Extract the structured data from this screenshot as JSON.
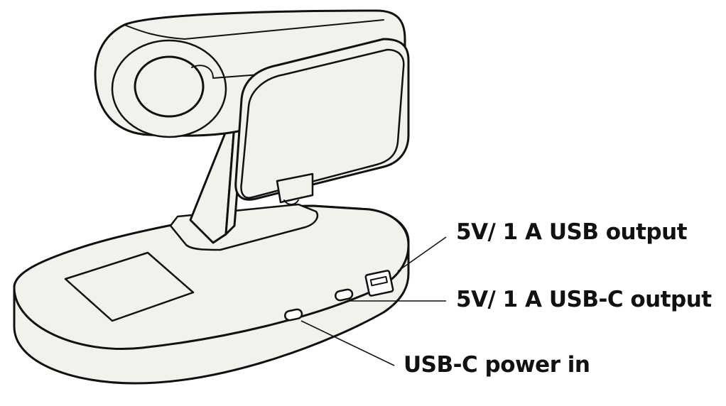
{
  "labels": {
    "usb_output": "5V/ 1 A USB output",
    "usbc_output": "5V/ 1 A USB-C output",
    "power_in": "USB-C power in"
  },
  "colors": {
    "body_fill": "#f3f1ec",
    "outline": "#111111",
    "background": "#ffffff"
  }
}
